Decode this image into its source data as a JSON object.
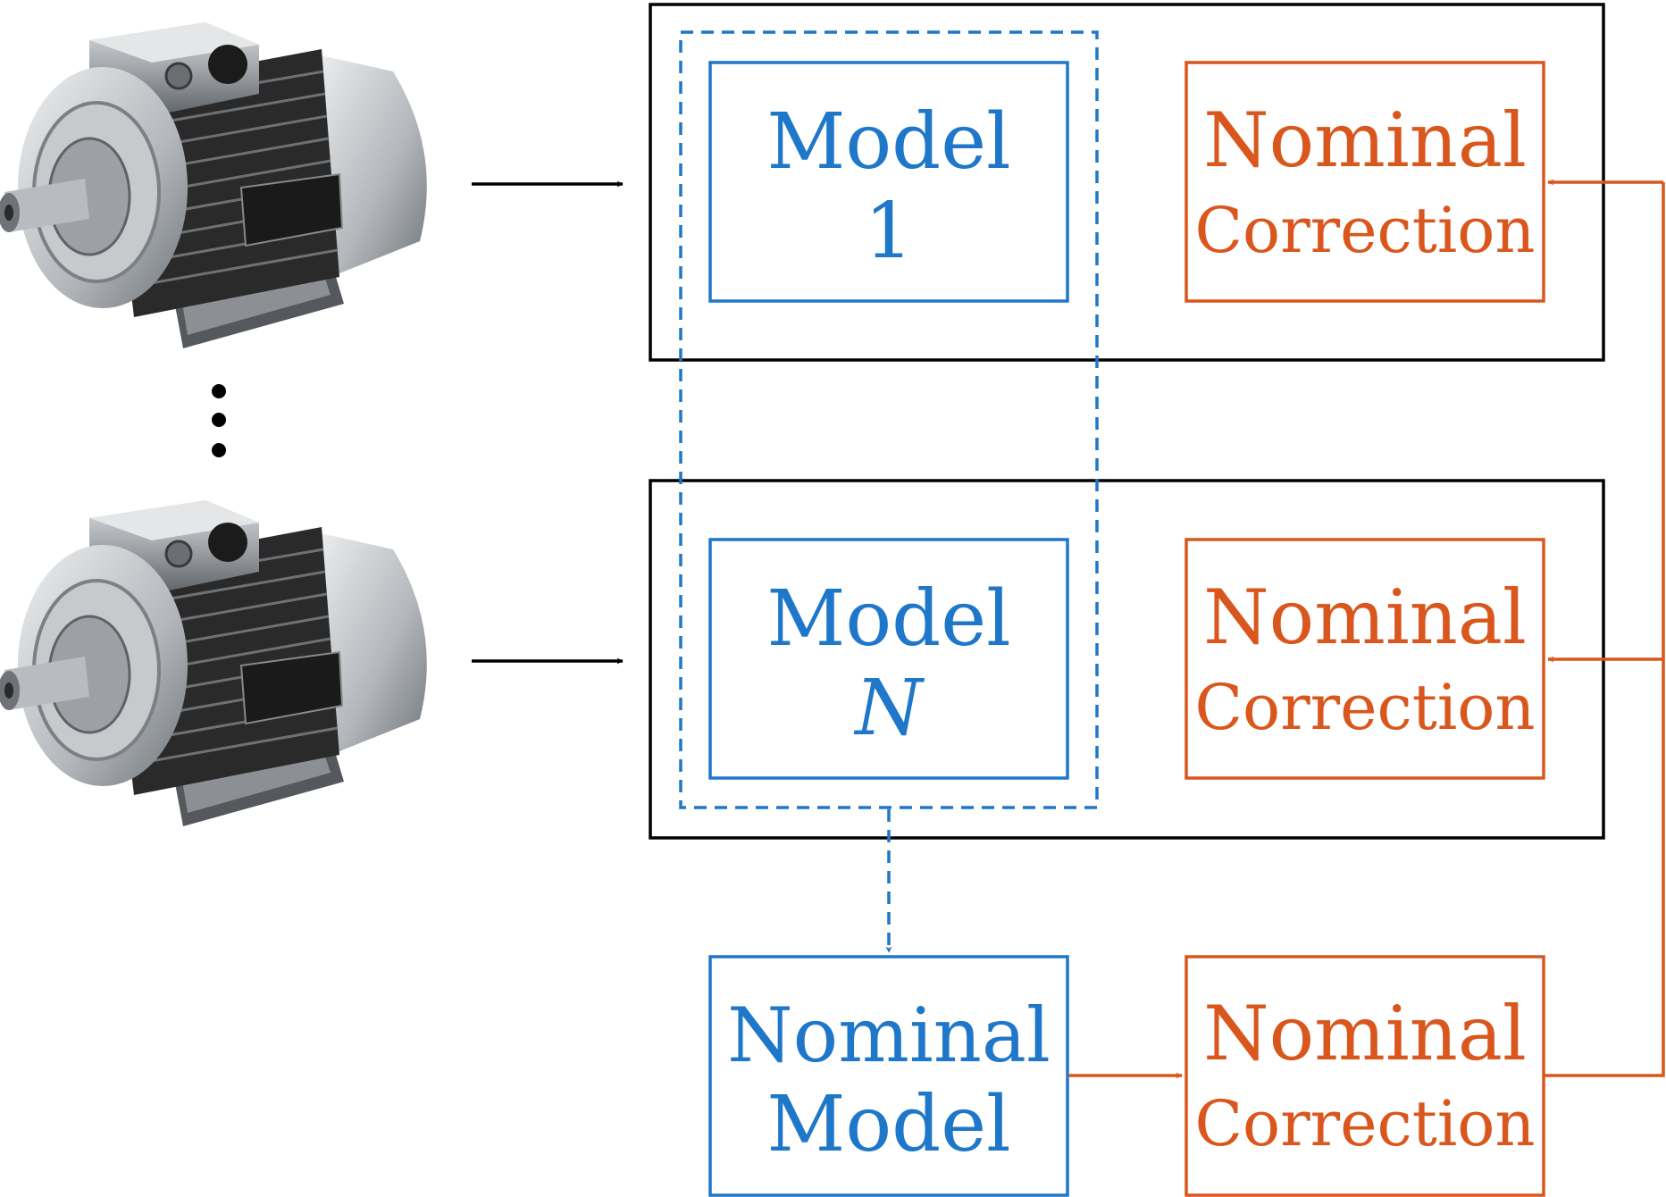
{
  "colors": {
    "model_blue": "#1f77c9",
    "correction_orange": "#d9561c",
    "frame_black": "#000000",
    "motor_body": "#9ea2a7",
    "motor_fins": "#262626"
  },
  "icons": {
    "motor": "electric-motor-icon",
    "ellipsis": "vertical-ellipsis-icon"
  },
  "stage1": {
    "model_line1": "Model",
    "model_line2": "1",
    "correction_line1": "Nominal",
    "correction_line2": "Correction"
  },
  "stageN": {
    "model_line1": "Model",
    "model_line2": "N",
    "correction_line1": "Nominal",
    "correction_line2": "Correction"
  },
  "nominal": {
    "model_line1": "Nominal",
    "model_line2": "Model",
    "correction_line1": "Nominal",
    "correction_line2": "Correction"
  }
}
